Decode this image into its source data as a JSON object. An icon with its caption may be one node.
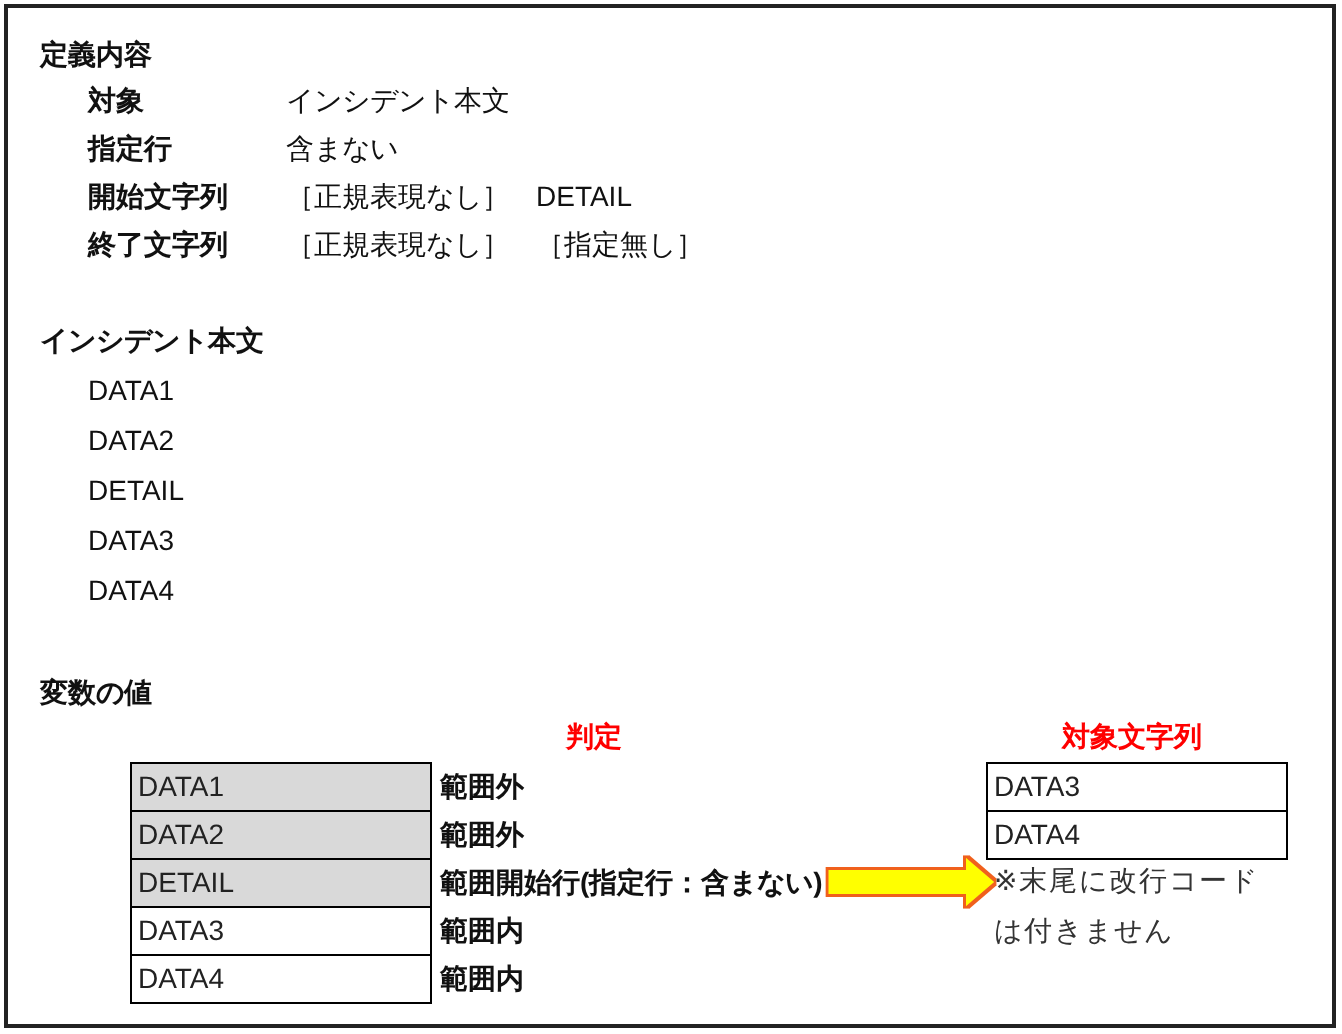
{
  "diagram": {
    "nodes": [
      {
        "text": [
          "DATA1"
        ]
      },
      {
        "text": [
          "DATA2"
        ]
      },
      {
        "text": [
          "DETAIL"
        ]
      },
      {
        "text": [
          "DATA3"
        ]
      },
      {
        "text": [
          "DATA4"
        ]
      },
      {
        "text": [
          "範囲外"
        ]
      },
      {
        "text": [
          "範囲外"
        ]
      },
      {
        "text": [
          "範囲開始行(指定行：含まない)"
        ]
      },
      {
        "text": [
          "範囲内"
        ]
      },
      {
        "text": [
          "範囲内"
        ]
      },
      {
        "text": [
          "DATA3"
        ]
      },
      {
        "text": [
          "DATA4"
        ]
      },
      {
        "text": [
          "※末尾に改行コードは付きません"
        ]
      }
    ],
    "edges": [
      {
        "from": 7,
        "to": 12,
        "arrow": "to",
        "color": "#ffff00"
      }
    ],
    "labels": [
      "定義内容",
      "対象",
      "インシデント本文",
      "指定行",
      "含まない",
      "開始文字列",
      "［正規表現なし］",
      "DETAIL",
      "終了文字列",
      "［正規表現なし］",
      "［指定無し］",
      "インシデント本文",
      "DATA1",
      "DATA2",
      "DETAIL",
      "DATA3",
      "DATA4",
      "変数の値",
      "判定",
      "対象文字列"
    ]
  }
}
